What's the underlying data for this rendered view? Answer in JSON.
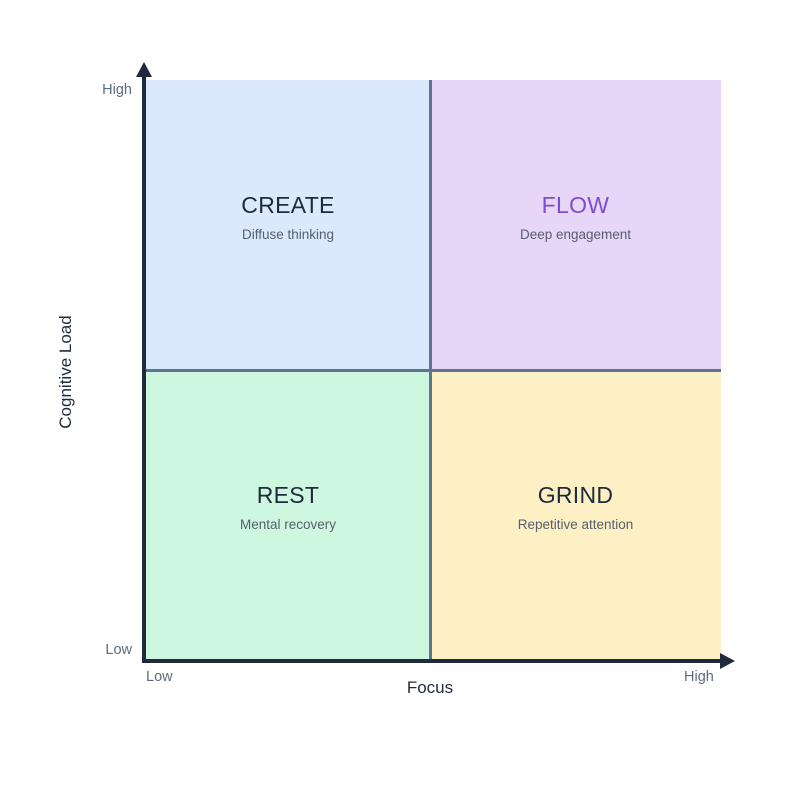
{
  "chart_data": {
    "type": "table",
    "title": "",
    "xlabel": "Focus",
    "ylabel": "Cognitive Load",
    "x_ticks": [
      "Low",
      "High"
    ],
    "y_ticks": [
      "Low",
      "High"
    ],
    "grid": false,
    "legend": "none",
    "quadrants": [
      {
        "id": "create",
        "title": "CREATE",
        "subtitle": "Diffuse thinking",
        "x_level": "Low",
        "y_level": "High",
        "position": "top-left",
        "fill": "#dce8fb",
        "title_color": "#1f2a3c"
      },
      {
        "id": "flow",
        "title": "FLOW",
        "subtitle": "Deep engagement",
        "x_level": "High",
        "y_level": "High",
        "position": "top-right",
        "fill": "#e7d6f7",
        "title_color": "#7c4dcc"
      },
      {
        "id": "rest",
        "title": "REST",
        "subtitle": "Mental recovery",
        "x_level": "Low",
        "y_level": "Low",
        "position": "bottom-left",
        "fill": "#cef7e0",
        "title_color": "#1f2a3c"
      },
      {
        "id": "grind",
        "title": "GRIND",
        "subtitle": "Repetitive attention",
        "x_level": "High",
        "y_level": "Low",
        "position": "bottom-right",
        "fill": "#fdf0c4",
        "title_color": "#1f2a3c"
      }
    ]
  },
  "axes": {
    "x": {
      "title": "Focus",
      "low_label": "Low",
      "high_label": "High"
    },
    "y": {
      "title": "Cognitive Load",
      "low_label": "Low",
      "high_label": "High"
    }
  },
  "colors": {
    "axis": "#1f2a3c",
    "divider": "#5f7494",
    "tick_text": "#5f6b7d",
    "subtitle_text": "#565f6e",
    "accent": "#7c4dcc",
    "background": "#ffffff"
  }
}
